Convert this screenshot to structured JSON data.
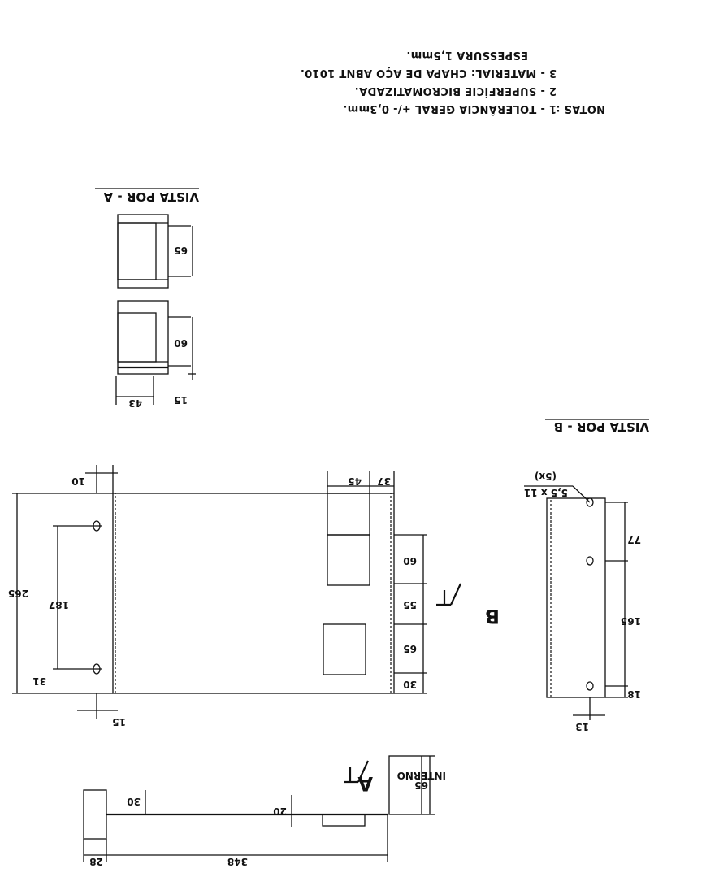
{
  "notes": {
    "header": "NOTAS :",
    "line1": "1 - TOLERÂNCIA GERAL +/- 0,3mm.",
    "line2": "2 - SUPERFÍCIE BICROMATIZADA.",
    "line3": "3 - MATERIAL: CHAPA DE AÇO ABNT 1010.",
    "line4": "ESPESSURA 1,5mm."
  },
  "views": {
    "view_a_title": "VISTA POR - A",
    "view_b_title": "VISTA POR - B",
    "marker_a": "A",
    "marker_b": "B"
  },
  "dimensions": {
    "side_348": "348",
    "side_28": "28",
    "side_30": "30",
    "side_20": "20",
    "side_65": "65",
    "side_interno": "INTERNO",
    "plan_265": "265",
    "plan_187": "187",
    "plan_31": "31",
    "plan_15": "15",
    "plan_10": "10",
    "plan_45": "45",
    "plan_37": "37",
    "plan_60": "60",
    "plan_55": "55",
    "plan_65": "65",
    "plan_30": "30",
    "b_165": "165",
    "b_77": "77",
    "b_18": "18",
    "b_13": "13",
    "b_hole": "5,5 x 11",
    "b_count": "(5x)",
    "a_65": "65",
    "a_60": "60",
    "a_15": "15",
    "a_43": "43"
  }
}
